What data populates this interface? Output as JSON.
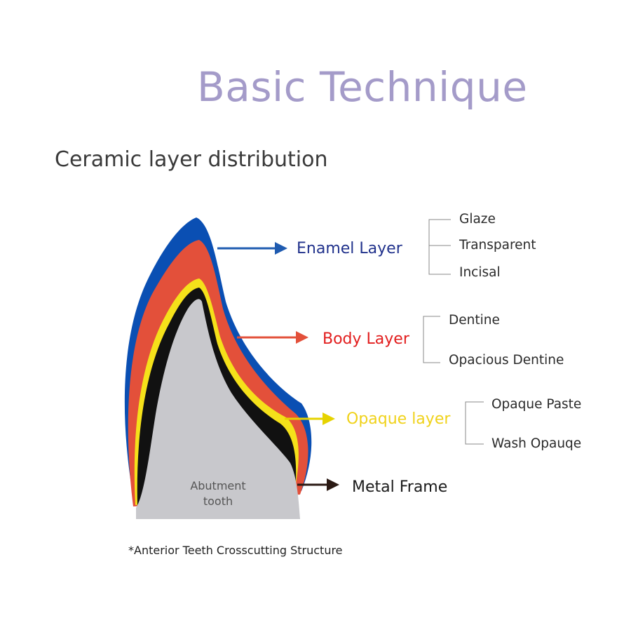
{
  "title": "Basic Technique",
  "subtitle": "Ceramic layer distribution",
  "colors": {
    "title": "#a49bc9",
    "enamel": "#0a4fb3",
    "body": "#e3503a",
    "opaque": "#f5e11a",
    "metal": "#111111",
    "abutment": "#c8c8cc"
  },
  "layers": [
    {
      "name": "Enamel Layer",
      "color": "#21328c",
      "arrow_color": "#1f5bb0",
      "sub": [
        "Glaze",
        "Transparent",
        "Incisal"
      ]
    },
    {
      "name": "Body Layer",
      "color": "#e21d1d",
      "arrow_color": "#e3503a",
      "sub": [
        "Dentine",
        "Opacious Dentine"
      ]
    },
    {
      "name": "Opaque layer",
      "color": "#f0d21a",
      "arrow_color": "#e6d300",
      "sub": [
        "Opaque Paste",
        "Wash Opauqe"
      ]
    },
    {
      "name": "Metal Frame",
      "color": "#1a1a1a",
      "arrow_color": "#2b1a14",
      "sub": []
    }
  ],
  "abutment_label": [
    "Abutment",
    "tooth"
  ],
  "footnote": "*Anterior Teeth Crosscutting Structure"
}
